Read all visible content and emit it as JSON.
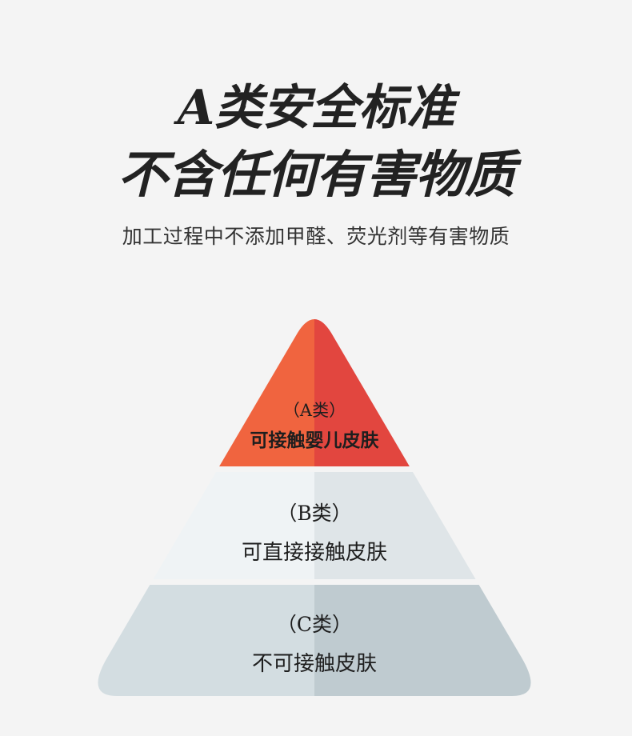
{
  "header": {
    "title_line1": "A类安全标准",
    "title_line2": "不含任何有害物质",
    "subtitle": "加工过程中不添加甲醛、荧光剂等有害物质"
  },
  "pyramid": {
    "tiers": [
      {
        "grade": "（A类）",
        "description": "可接触婴儿皮肤",
        "color_left": "#f0643f",
        "color_right": "#e2463f"
      },
      {
        "grade": "（B类）",
        "description": "可直接接触皮肤",
        "color_left": "#eff3f5",
        "color_right": "#dfe5e8"
      },
      {
        "grade": "（C类）",
        "description": "不可接触皮肤",
        "color_left": "#d3dde1",
        "color_right": "#bfcbd0"
      }
    ]
  }
}
